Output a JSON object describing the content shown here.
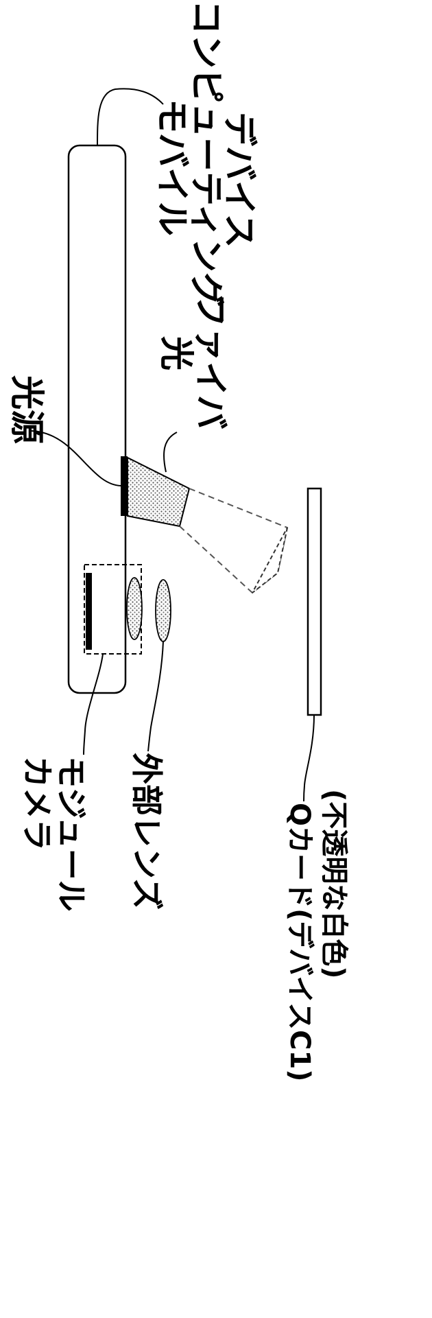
{
  "labels": {
    "mobile_device_line1": "モバイル",
    "mobile_device_line2": "コンピューティング",
    "mobile_device_line3": "デバイス",
    "light_source": "光源",
    "optical_fiber_line1": "光",
    "optical_fiber_line2": "ファイバ",
    "camera_module_line1": "カメラ",
    "camera_module_line2": "モジュール",
    "external_lens": "外部レンズ",
    "qcard_line1": "Qカード(デバイスC1)",
    "qcard_line2": "(不透明な白色)"
  },
  "colors": {
    "line": "#000000",
    "fiber_fill": "#bdbdbd",
    "beam": "#555555",
    "background": "#ffffff"
  }
}
